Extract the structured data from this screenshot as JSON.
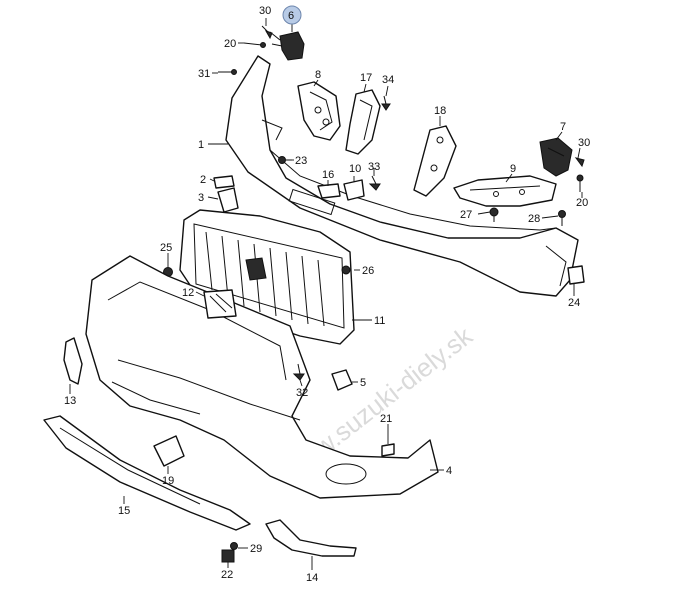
{
  "watermark": "www.suzuki-diely.sk",
  "highlighted_part": "6",
  "callouts": [
    {
      "id": "30a",
      "label": "30"
    },
    {
      "id": "6",
      "label": "6"
    },
    {
      "id": "20a",
      "label": "20"
    },
    {
      "id": "31",
      "label": "31"
    },
    {
      "id": "8",
      "label": "8"
    },
    {
      "id": "17",
      "label": "17"
    },
    {
      "id": "34",
      "label": "34"
    },
    {
      "id": "18",
      "label": "18"
    },
    {
      "id": "7",
      "label": "7"
    },
    {
      "id": "30b",
      "label": "30"
    },
    {
      "id": "1",
      "label": "1"
    },
    {
      "id": "23",
      "label": "23"
    },
    {
      "id": "33",
      "label": "33"
    },
    {
      "id": "2",
      "label": "2"
    },
    {
      "id": "16",
      "label": "16"
    },
    {
      "id": "10",
      "label": "10"
    },
    {
      "id": "9",
      "label": "9"
    },
    {
      "id": "20b",
      "label": "20"
    },
    {
      "id": "3",
      "label": "3"
    },
    {
      "id": "27",
      "label": "27"
    },
    {
      "id": "28",
      "label": "28"
    },
    {
      "id": "25",
      "label": "25"
    },
    {
      "id": "26",
      "label": "26"
    },
    {
      "id": "24",
      "label": "24"
    },
    {
      "id": "12",
      "label": "12"
    },
    {
      "id": "11",
      "label": "11"
    },
    {
      "id": "13",
      "label": "13"
    },
    {
      "id": "32",
      "label": "32"
    },
    {
      "id": "5",
      "label": "5"
    },
    {
      "id": "21",
      "label": "21"
    },
    {
      "id": "4",
      "label": "4"
    },
    {
      "id": "19",
      "label": "19"
    },
    {
      "id": "15",
      "label": "15"
    },
    {
      "id": "29",
      "label": "29"
    },
    {
      "id": "22",
      "label": "22"
    },
    {
      "id": "14",
      "label": "14"
    }
  ]
}
